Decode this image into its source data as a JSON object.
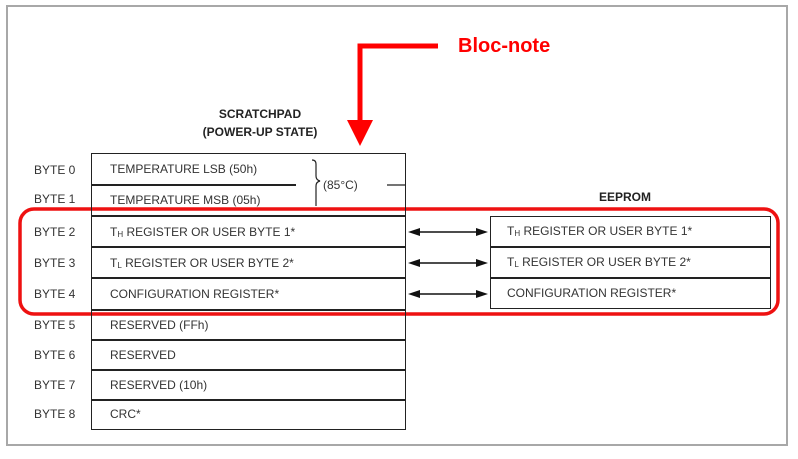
{
  "annotation": {
    "callout_text": "Bloc-note",
    "color": "#ff0000"
  },
  "scratchpad": {
    "title_line1": "SCRATCHPAD",
    "title_line2": "(POWER-UP STATE)",
    "bracket_note": "(85°C)",
    "rows": [
      {
        "byte": "BYTE 0",
        "content": "TEMPERATURE LSB (50h)"
      },
      {
        "byte": "BYTE 1",
        "content": "TEMPERATURE MSB (05h)"
      },
      {
        "byte": "BYTE 2",
        "prefix": "T",
        "sub": "H",
        "content": " REGISTER OR USER BYTE 1*"
      },
      {
        "byte": "BYTE 3",
        "prefix": "T",
        "sub": "L",
        "content": " REGISTER OR USER BYTE 2*"
      },
      {
        "byte": "BYTE 4",
        "content": "CONFIGURATION REGISTER*"
      },
      {
        "byte": "BYTE 5",
        "content": "RESERVED (FFh)"
      },
      {
        "byte": "BYTE 6",
        "content": "RESERVED"
      },
      {
        "byte": "BYTE 7",
        "content": "RESERVED (10h)"
      },
      {
        "byte": "BYTE 8",
        "content": "CRC*"
      }
    ]
  },
  "eeprom": {
    "title": "EEPROM",
    "rows": [
      {
        "prefix": "T",
        "sub": "H",
        "content": " REGISTER OR USER BYTE 1*"
      },
      {
        "prefix": "T",
        "sub": "L",
        "content": " REGISTER OR USER BYTE 2*"
      },
      {
        "content": "CONFIGURATION REGISTER*"
      }
    ]
  }
}
